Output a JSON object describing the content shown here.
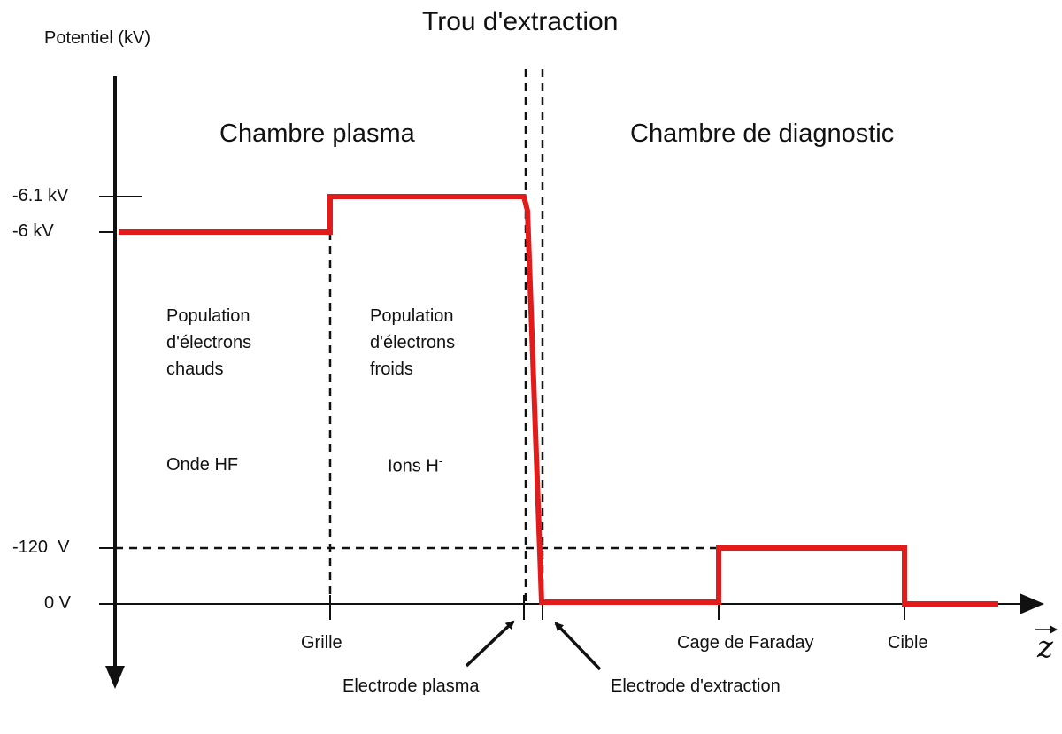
{
  "title": "Trou d'extraction",
  "y_axis_label": "Potentiel (kV)",
  "x_axis_label": "z",
  "chambers": {
    "plasma": "Chambre plasma",
    "diagnostic": "Chambre de diagnostic"
  },
  "potential_ticks": [
    "-6.1 kV",
    "-6 kV",
    "-120  V",
    "0 V"
  ],
  "positions": {
    "grille": "Grille",
    "cage": "Cage de Faraday",
    "cible": "Cible"
  },
  "electrodes": {
    "plasma": "Electrode plasma",
    "extraction": "Electrode d'extraction"
  },
  "regions": {
    "hot_line1": "Population",
    "hot_line2": "d'électrons",
    "hot_line3": "chauds",
    "cold_line1": "Population",
    "cold_line2": "d'électrons",
    "cold_line3": "froids",
    "wave": "Onde HF",
    "ions": "Ions H",
    "ions_sup": "-"
  },
  "colors": {
    "profile": "#e31b1b",
    "axis": "#111111"
  }
}
